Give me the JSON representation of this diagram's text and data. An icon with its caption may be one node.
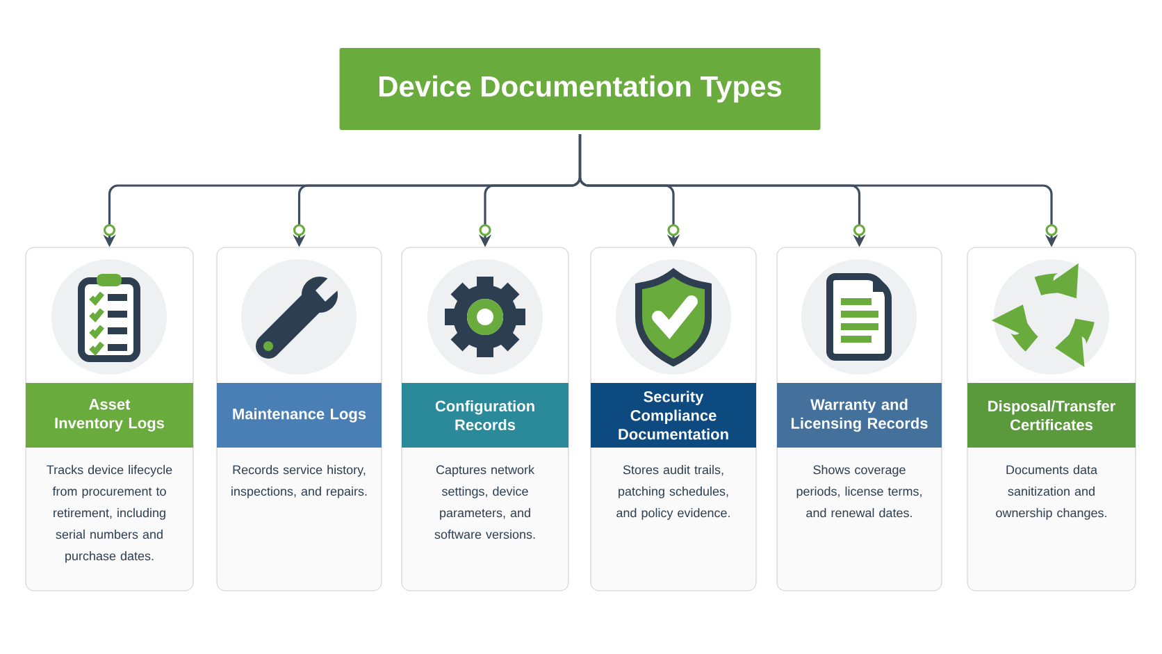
{
  "diagram": {
    "nodes": [
      {
        "text": [
          "Device Documentation Types"
        ]
      },
      {
        "text": [
          "Asset Inventory Logs",
          "Tracks device lifecycle from procurement to retirement, including serial numbers and purchase dates."
        ]
      },
      {
        "text": [
          "Maintenance Logs",
          "Records service history, inspections, and repairs."
        ]
      },
      {
        "text": [
          "Configuration Records",
          "Captures network settings, device parameters, and software versions."
        ]
      },
      {
        "text": [
          "Security Compliance Documentation",
          "Stores audit trails, patching schedules, and policy evidence."
        ]
      },
      {
        "text": [
          "Warranty and Licensing Records",
          "Shows coverage periods, license terms, and renewal dates."
        ]
      },
      {
        "text": [
          "Disposal/Transfer Certificates",
          "Documents data sanitization and ownership changes."
        ]
      }
    ],
    "edges": [
      {
        "from": 0,
        "to": 1,
        "arrow": "to"
      },
      {
        "from": 0,
        "to": 2,
        "arrow": "to"
      },
      {
        "from": 0,
        "to": 3,
        "arrow": "to"
      },
      {
        "from": 0,
        "to": 4,
        "arrow": "to"
      },
      {
        "from": 0,
        "to": 5,
        "arrow": "to"
      },
      {
        "from": 0,
        "to": 6,
        "arrow": "to"
      }
    ]
  }
}
